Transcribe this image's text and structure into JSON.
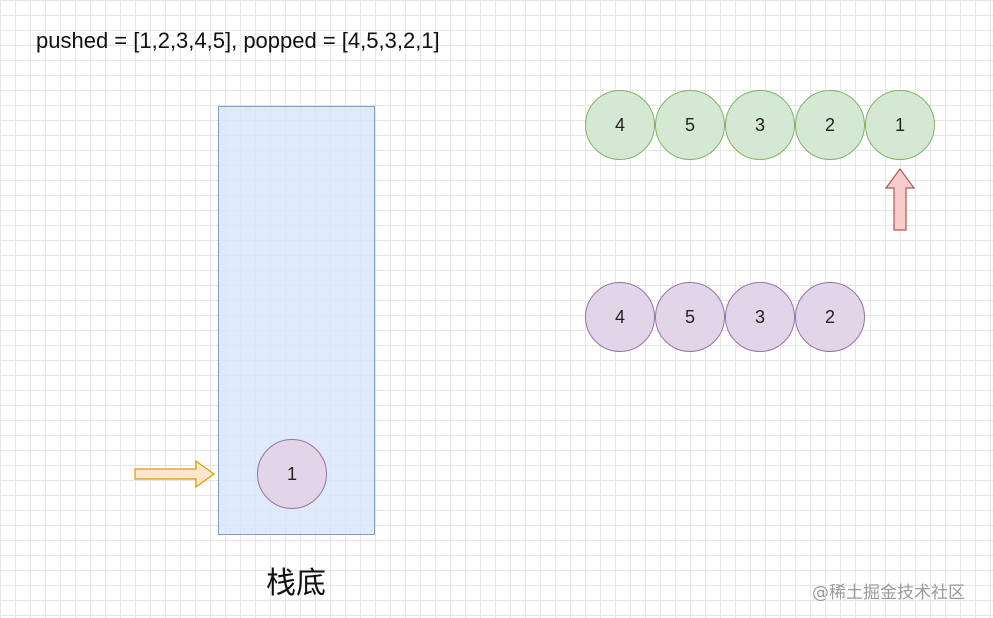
{
  "title": "pushed = [1,2,3,4,5], popped = [4,5,3,2,1]",
  "stack": {
    "label": "栈底",
    "items": [
      "1"
    ]
  },
  "popped_row": {
    "items": [
      "4",
      "5",
      "3",
      "2",
      "1"
    ]
  },
  "output_row": {
    "items": [
      "4",
      "5",
      "3",
      "2"
    ]
  },
  "watermark": "@稀土掘金技术社区",
  "colors": {
    "stack_fill": "#dae8fc",
    "stack_border": "#6c8ebf",
    "green_fill": "#d5e8d4",
    "green_border": "#82b366",
    "purple_fill": "#e1d5e7",
    "purple_border": "#9673a6",
    "push_arrow_fill": "#ffe6cc",
    "push_arrow_border": "#d79b00",
    "pointer_arrow_fill": "#f8cecc",
    "pointer_arrow_border": "#b85450"
  }
}
